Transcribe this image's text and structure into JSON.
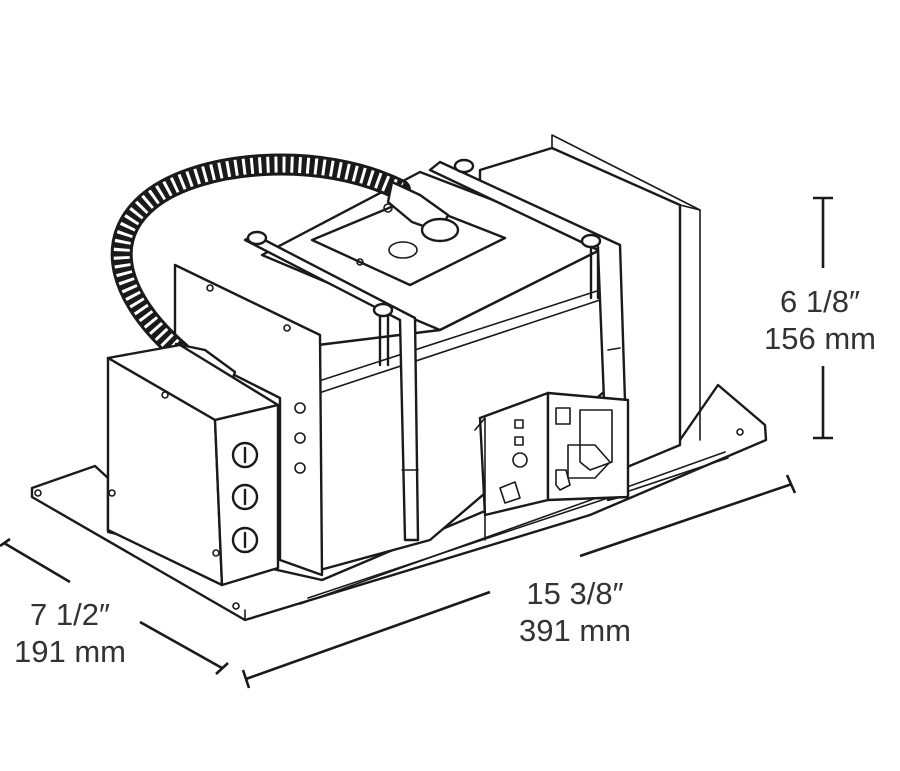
{
  "dimensions": {
    "height": {
      "imperial": "6 1/8″",
      "metric": "156 mm"
    },
    "length": {
      "imperial": "15 3/8″",
      "metric": "391 mm"
    },
    "width": {
      "imperial": "7 1/2″",
      "metric": "191 mm"
    }
  },
  "colors": {
    "line": "#1a1a1a",
    "text": "#333333",
    "background": "#ffffff"
  }
}
